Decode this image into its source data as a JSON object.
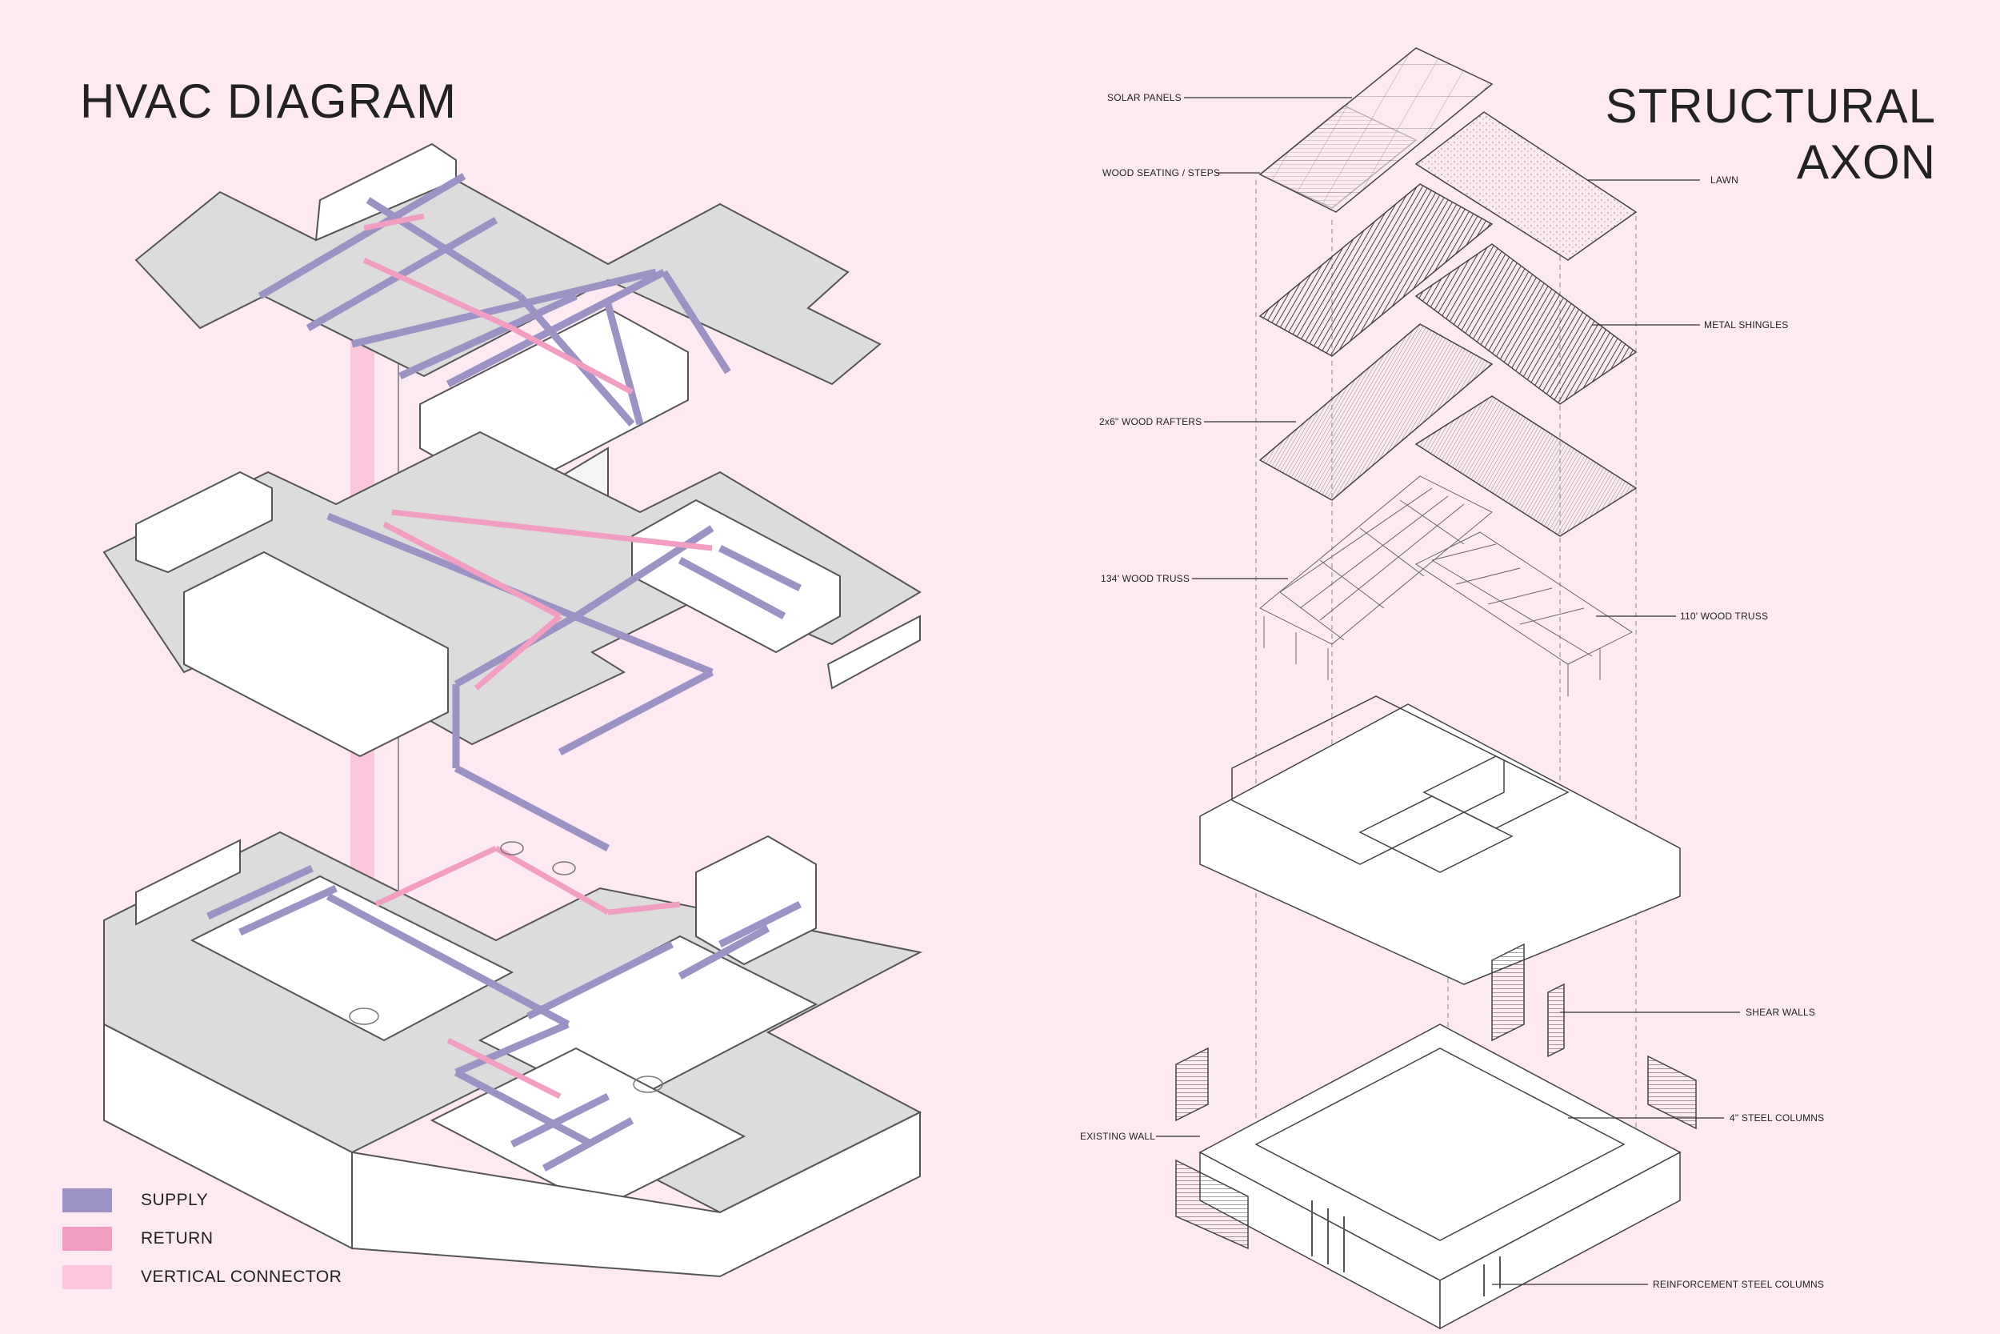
{
  "titles": {
    "hvac": "HVAC DIAGRAM",
    "structural_line1": "STRUCTURAL",
    "structural_line2": "AXON"
  },
  "legend": [
    {
      "label": "SUPPLY",
      "color": "#9d92c4"
    },
    {
      "label": "RETURN",
      "color": "#f19ec2"
    },
    {
      "label": "VERTICAL CONNECTOR",
      "color": "#fbc7dc"
    }
  ],
  "callouts": {
    "solar_panels": "SOLAR PANELS",
    "wood_seating": "WOOD SEATING / STEPS",
    "lawn": "LAWN",
    "metal_shingles": "METAL SHINGLES",
    "wood_rafters": "2x6\" WOOD RAFTERS",
    "truss_134": "134' WOOD TRUSS",
    "truss_110": "110' WOOD TRUSS",
    "shear_walls": "SHEAR WALLS",
    "steel_columns": "4\" STEEL COLUMNS",
    "existing_wall": "EXISTING WALL",
    "reinforcement_columns": "REINFORCEMENT STEEL COLUMNS"
  },
  "colors": {
    "background": "#fde9f2",
    "slab": "#dcdcdc",
    "line": "#555555",
    "supply": "#9d92c4",
    "return": "#f19ec2",
    "vertical": "#fbc7dc"
  }
}
